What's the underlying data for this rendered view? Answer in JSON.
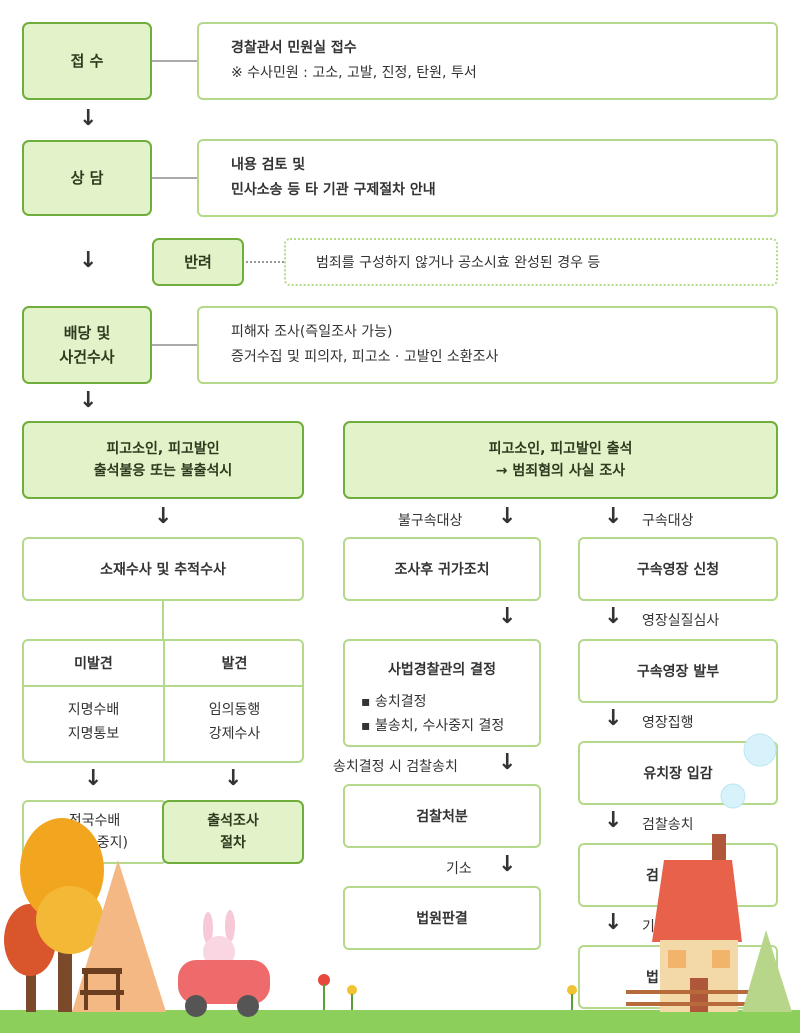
{
  "steps": {
    "receipt": "접 수",
    "consult": "상 담",
    "return": "반려",
    "assign_line1": "배당 및",
    "assign_line2": "사건수사"
  },
  "descs": {
    "receipt_line1": "경찰관서 민원실 접수",
    "receipt_line2": "※ 수사민원 : 고소, 고발, 진정, 탄원, 투서",
    "consult_line1": "내용 검토 및",
    "consult_line2": "민사소송 등 타 기관 구제절차 안내",
    "return_desc": "범죄를 구성하지 않거나 공소시효 완성된 경우 등",
    "assign_line1": "피해자 조사(즉일조사 가능)",
    "assign_line2": "증거수집 및 피의자, 피고소 · 고발인 소환조사"
  },
  "branch": {
    "left_line1": "피고소인, 피고발인",
    "left_line2": "출석불응 또는 불출석시",
    "right_line1": "피고소인, 피고발인 출석",
    "right_line2": "→ 범죄혐의 사실 조사"
  },
  "left_flow": {
    "search": "소재수사 및 추적수사",
    "not_found": "미발견",
    "found": "발견",
    "not_found_1": "지명수배",
    "not_found_2": "지명통보",
    "found_1": "임의동행",
    "found_2": "강제수사",
    "nationwide_1": "전국수배",
    "nationwide_2": "(수사 중지)",
    "attendance_1": "출석조사",
    "attendance_2": "절차"
  },
  "mid_flow": {
    "label_no_detention": "불구속대상",
    "return_home": "조사후 귀가조치",
    "decision_title": "사법경찰관의 결정",
    "decision_1": "▪ 송치결정",
    "decision_2": "▪ 불송치, 수사중지 결정",
    "label_send": "송치결정 시 검찰송치",
    "prosecution": "검찰처분",
    "label_indict": "기소",
    "court": "법원판결"
  },
  "right_flow": {
    "label_detention": "구속대상",
    "warrant_request": "구속영장 신청",
    "label_review": "영장실질심사",
    "warrant_issue": "구속영장 발부",
    "label_execute": "영장집행",
    "jail": "유치장 입감",
    "label_send": "검찰송치",
    "prosecution_partial": "검",
    "label_indict_partial": "기",
    "court_partial": "법"
  },
  "arrows": {
    "down": "↓"
  }
}
